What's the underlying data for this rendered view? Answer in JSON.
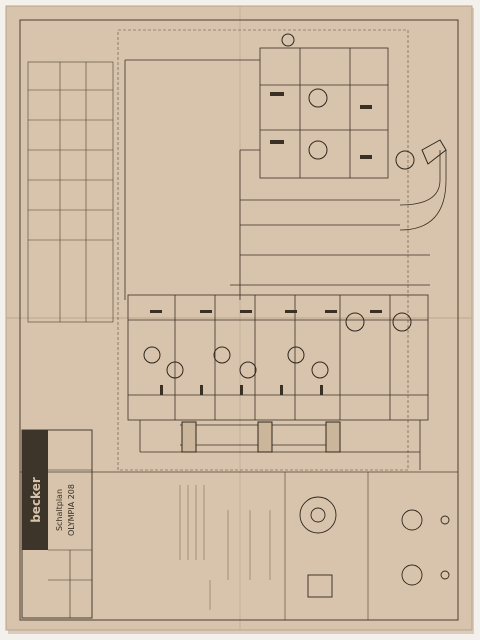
{
  "title_block": {
    "brand": "becker",
    "line1": "Schaltplan",
    "line2": "OLYMPIA 208"
  },
  "colors": {
    "paper": "#d8c4ac",
    "ink": "#3a3024",
    "background": "#f4f1ec"
  }
}
